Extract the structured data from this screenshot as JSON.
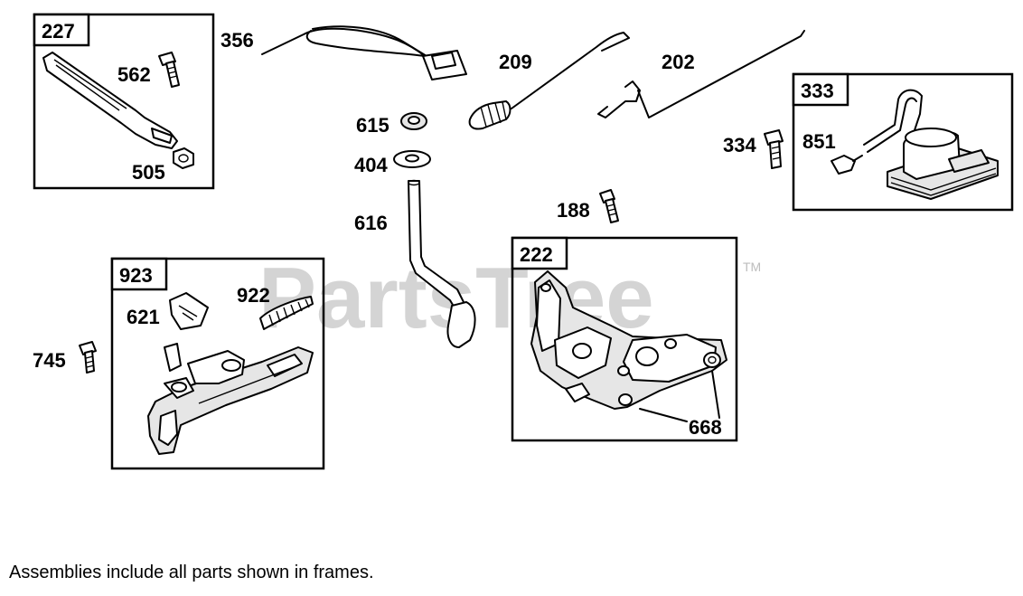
{
  "watermark": {
    "text": "PartsTree",
    "trademark": "TM"
  },
  "frames": [
    {
      "id": "frame-227",
      "label": "227"
    },
    {
      "id": "frame-923",
      "label": "923"
    },
    {
      "id": "frame-222",
      "label": "222"
    },
    {
      "id": "frame-333",
      "label": "333"
    }
  ],
  "callouts": {
    "p227": {
      "562": "562",
      "505": "505"
    },
    "p923": {
      "621": "621",
      "922": "922"
    },
    "p222": {
      "668": "668"
    },
    "p333": {
      "851": "851"
    },
    "loose": {
      "356": "356",
      "209": "209",
      "202": "202",
      "615": "615",
      "404": "404",
      "616": "616",
      "334": "334",
      "188": "188",
      "745": "745"
    }
  },
  "footer": {
    "note": "Assemblies include all parts shown in frames."
  }
}
